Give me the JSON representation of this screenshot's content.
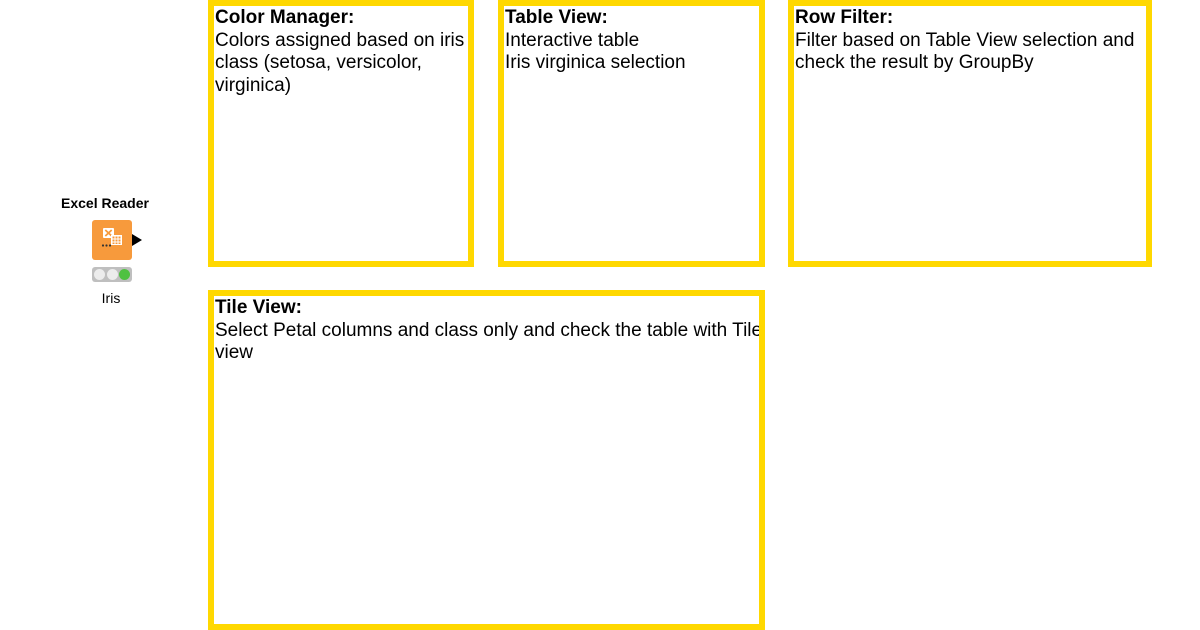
{
  "workflow": {
    "node": {
      "title": "Excel Reader",
      "label": "Iris",
      "icon": "excel-reader-icon",
      "color": "#F79A3C",
      "status": "executed",
      "status_colors": [
        "#ececec",
        "#ececec",
        "#4fc141"
      ]
    },
    "annotations": {
      "border_color": "#FFD800",
      "color_manager": {
        "title": "Color Manager:",
        "lines": [
          "Colors assigned based on iris",
          "class (setosa, versicolor,",
          "virginica)"
        ]
      },
      "table_view": {
        "title": "Table View:",
        "lines": [
          "Interactive table",
          "Iris virginica selection"
        ]
      },
      "row_filter": {
        "title": "Row Filter:",
        "lines": [
          "Filter based on Table View selection and",
          "check the result by GroupBy"
        ]
      },
      "tile_view": {
        "title": "Tile View:",
        "lines": [
          "Select Petal columns and class only and check the table with Tile",
          "view"
        ]
      }
    }
  }
}
